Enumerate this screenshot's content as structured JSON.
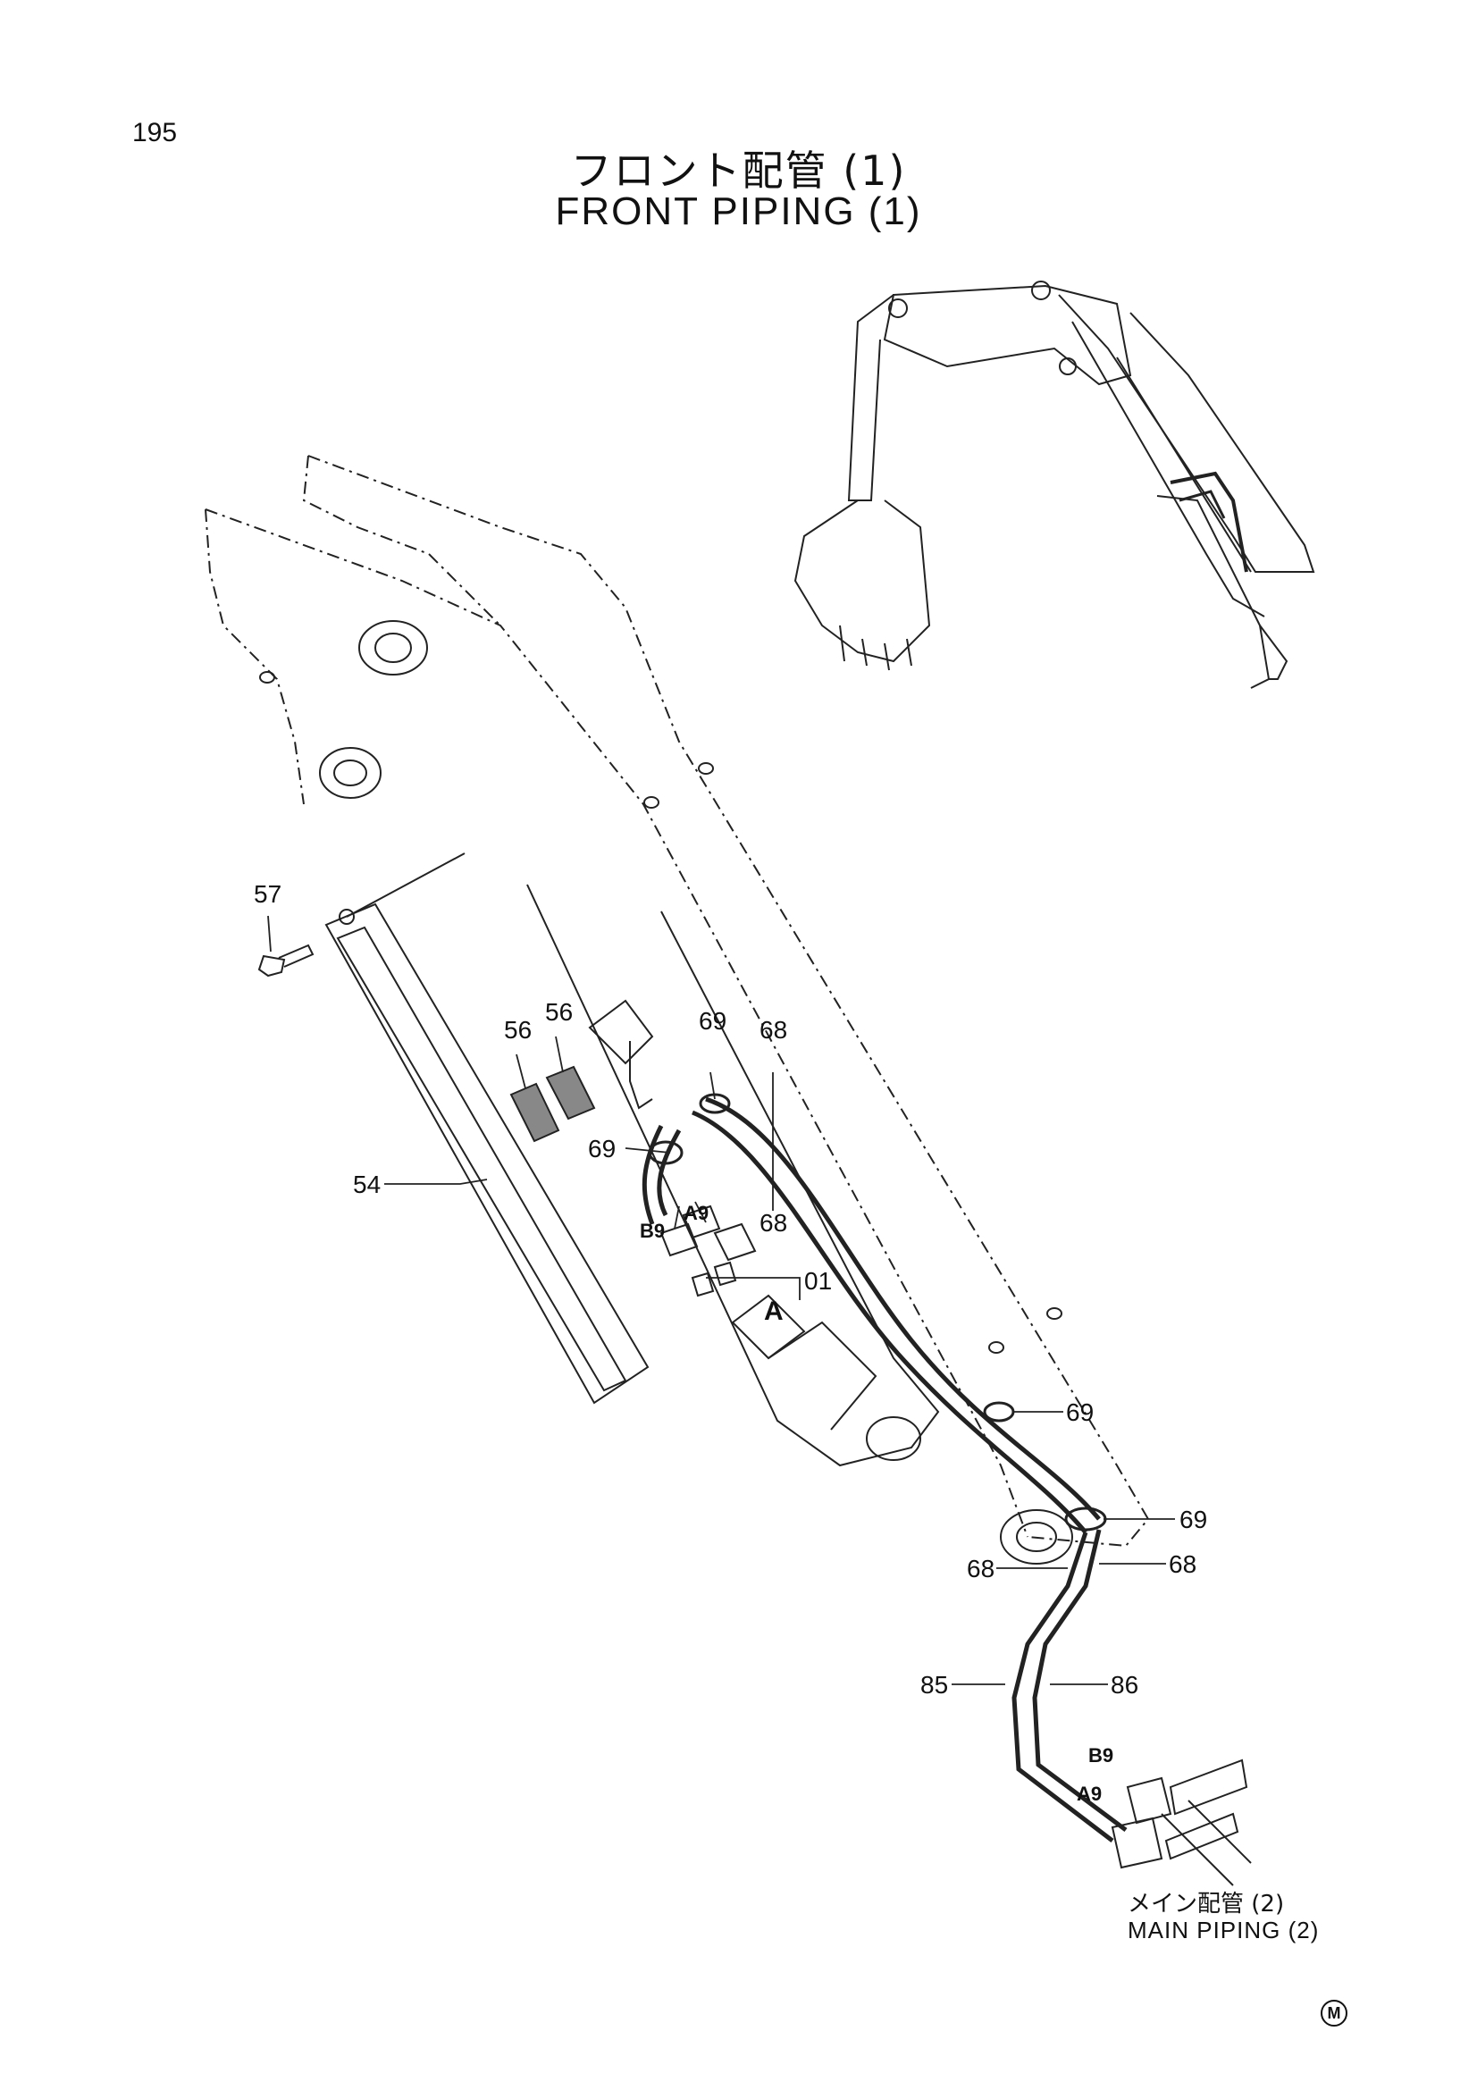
{
  "page": {
    "number": "195",
    "title_ja": "フロント配管 (1)",
    "title_en": "FRONT PIPING (1)"
  },
  "callouts": {
    "c57": "57",
    "c56a": "56",
    "c56b": "56",
    "c54": "54",
    "c69_top": "69",
    "c68_top": "68",
    "c69_left": "69",
    "c68_mid": "68",
    "cB9_top": "B9",
    "cA9_top": "A9",
    "c01": "01",
    "cA": "A",
    "c69_mid": "69",
    "c69_low": "69",
    "c68_left": "68",
    "c68_right": "68",
    "c85": "85",
    "c86": "86",
    "cB9_bottom": "B9",
    "cA9_bottom": "A9"
  },
  "reference": {
    "ja": "メイン配管 (2)",
    "en": "MAIN PIPING (2)"
  },
  "mark": "M"
}
